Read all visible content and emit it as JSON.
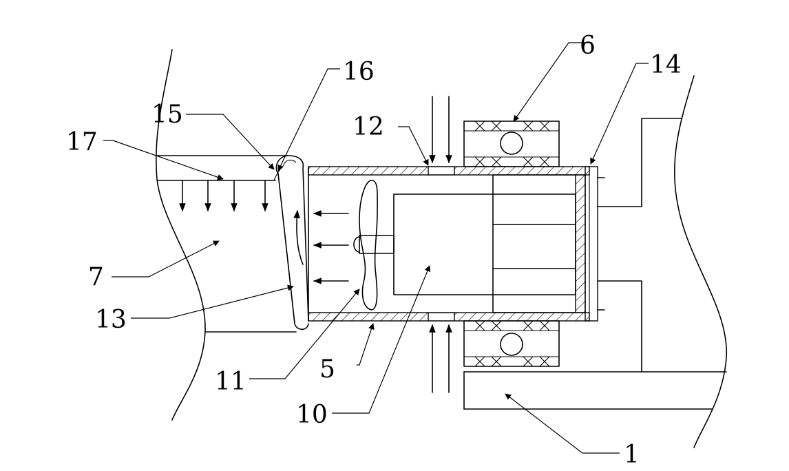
{
  "figure": {
    "labels": [
      {
        "id": "1",
        "text": "1"
      },
      {
        "id": "5",
        "text": "5"
      },
      {
        "id": "6",
        "text": "6"
      },
      {
        "id": "7",
        "text": "7"
      },
      {
        "id": "10",
        "text": "10"
      },
      {
        "id": "11",
        "text": "11"
      },
      {
        "id": "12",
        "text": "12"
      },
      {
        "id": "13",
        "text": "13"
      },
      {
        "id": "14",
        "text": "14"
      },
      {
        "id": "15",
        "text": "15"
      },
      {
        "id": "16",
        "text": "16"
      },
      {
        "id": "17",
        "text": "17"
      }
    ]
  }
}
